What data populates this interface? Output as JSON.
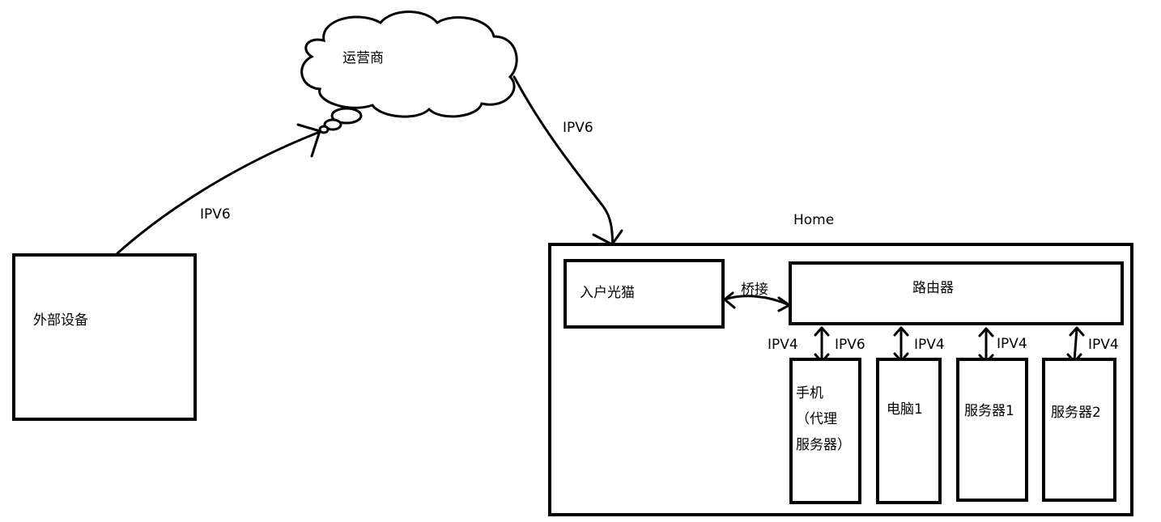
{
  "isp": {
    "label": "运营商"
  },
  "external": {
    "label": "外部设备"
  },
  "home": {
    "label": "Home"
  },
  "modem": {
    "label": "入户光猫"
  },
  "router": {
    "label": "路由器"
  },
  "bridge": {
    "label": "桥接"
  },
  "links": {
    "external_to_isp": "IPV6",
    "isp_to_modem": "IPV6",
    "phone_left": "IPV4",
    "phone_right": "IPV6",
    "pc": "IPV4",
    "server1": "IPV4",
    "server2": "IPV4"
  },
  "devices": {
    "phone": {
      "line1": "手机",
      "line2": "（代理",
      "line3": "服务器）"
    },
    "pc": {
      "label": "电脑1"
    },
    "server1": {
      "label": "服务器1"
    },
    "server2": {
      "label": "服务器2"
    }
  }
}
